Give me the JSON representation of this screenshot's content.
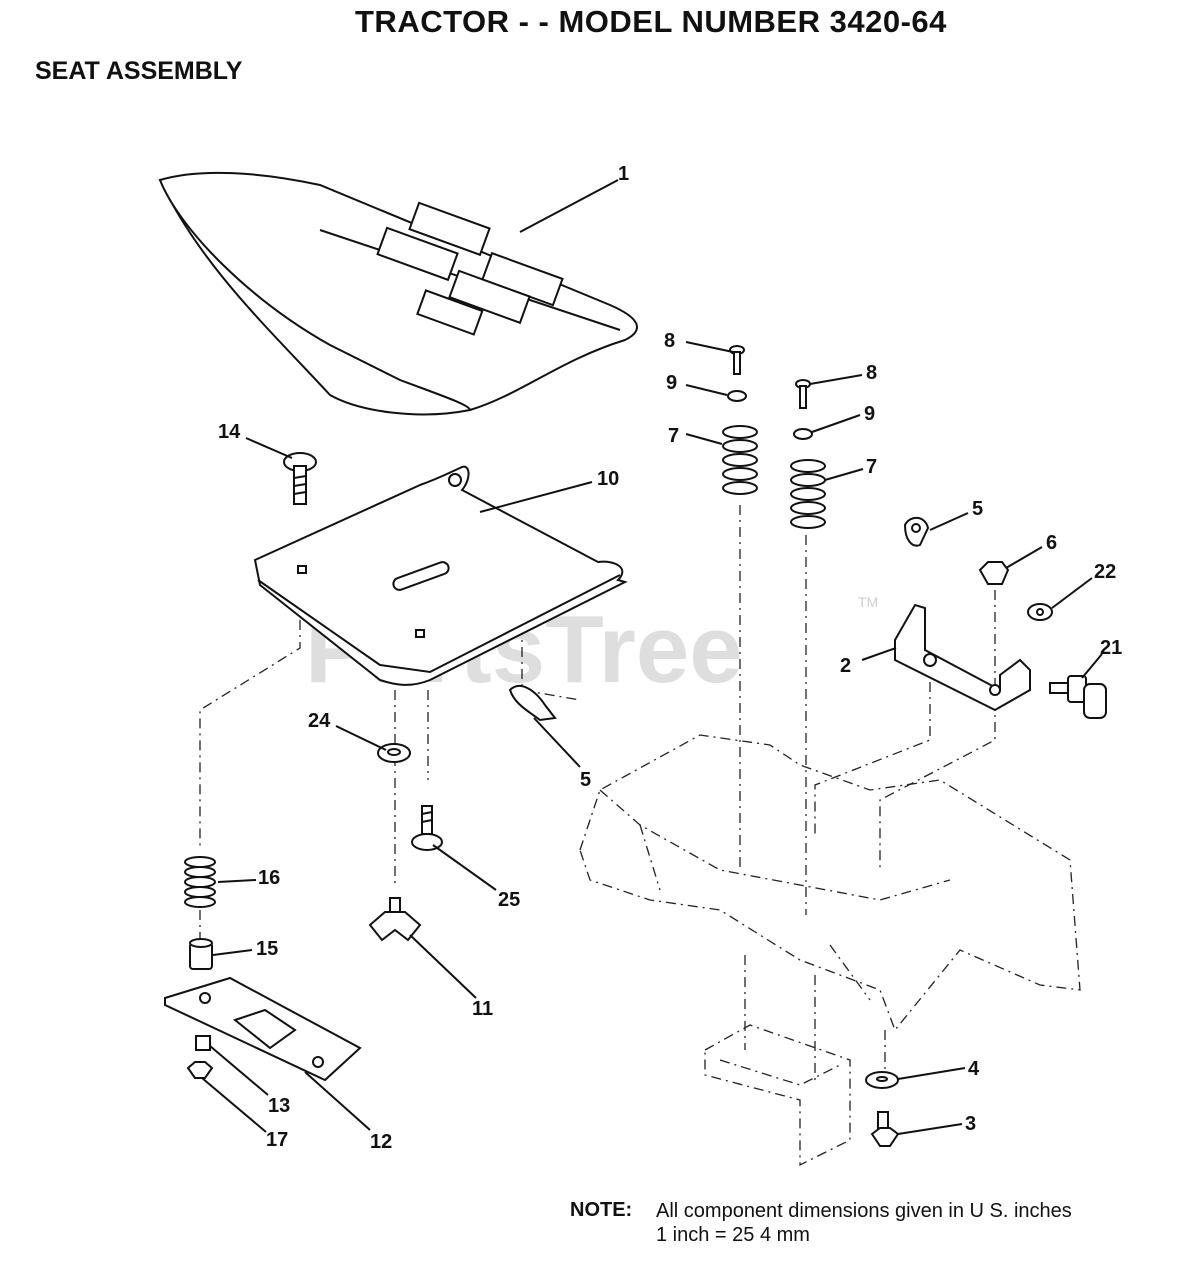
{
  "title": "TRACTOR - - MODEL NUMBER 3420-64",
  "subtitle": "SEAT ASSEMBLY",
  "watermark": "PartsTree",
  "watermark_tm": "TM",
  "callouts": [
    "1",
    "2",
    "3",
    "4",
    "5",
    "5",
    "6",
    "7",
    "7",
    "8",
    "8",
    "9",
    "9",
    "10",
    "11",
    "12",
    "13",
    "14",
    "15",
    "16",
    "17",
    "21",
    "22",
    "24",
    "25"
  ],
  "note": {
    "label": "NOTE:",
    "line1": "All component dimensions given in U S. inches",
    "line2": "1 inch = 25 4 mm"
  }
}
